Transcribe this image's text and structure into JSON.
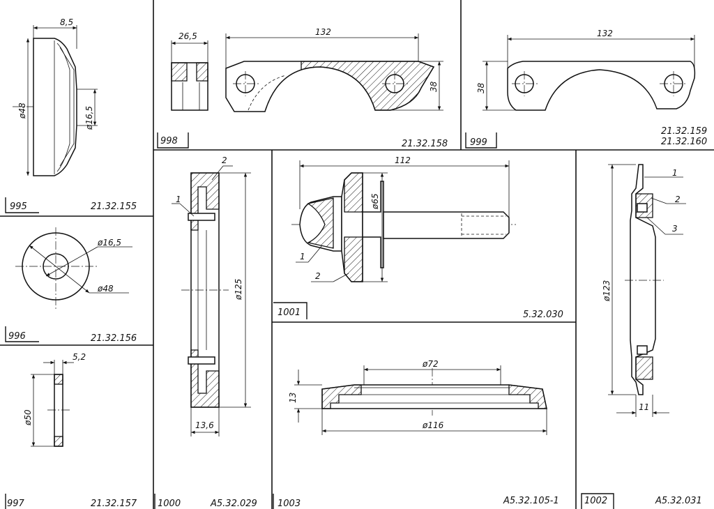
{
  "sheet": {
    "panels": [
      {
        "id": "995",
        "code": "21.32.155",
        "dims": [
          "8,5",
          "ø48",
          "ø16,5"
        ]
      },
      {
        "id": "996",
        "code": "21.32.156",
        "dims": [
          "ø16,5",
          "ø48"
        ]
      },
      {
        "id": "997",
        "code": "21.32.157",
        "dims": [
          "5,2",
          "ø50"
        ]
      },
      {
        "id": "998",
        "code": "21.32.158",
        "dims": [
          "26,5",
          "132",
          "38"
        ]
      },
      {
        "id": "999",
        "code": "21.32.159",
        "code2": "21.32.160",
        "dims": [
          "132",
          "38"
        ]
      },
      {
        "id": "1000",
        "code": "A5.32.029",
        "dims": [
          "13,6",
          "ø125"
        ],
        "callouts": [
          "1",
          "2"
        ]
      },
      {
        "id": "1001",
        "code": "5.32.030",
        "dims": [
          "112",
          "ø65"
        ],
        "callouts": [
          "1",
          "2"
        ]
      },
      {
        "id": "1003",
        "code": "A5.32.105-1",
        "dims": [
          "ø72",
          "13",
          "ø116"
        ]
      },
      {
        "id": "1002",
        "code": "A5.32.031",
        "dims": [
          "ø123",
          "11"
        ],
        "callouts": [
          "1",
          "2",
          "3"
        ]
      }
    ]
  }
}
